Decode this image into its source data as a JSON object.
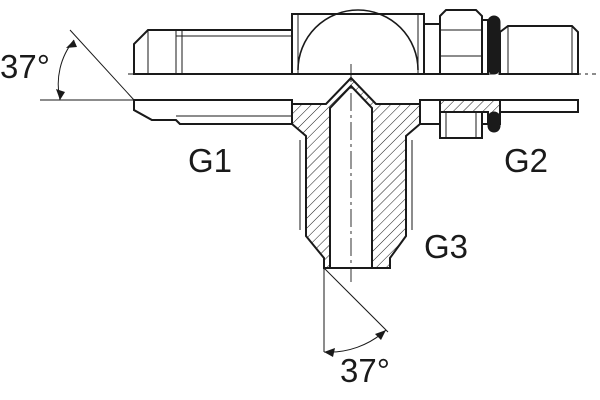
{
  "labels": {
    "port_left": "G1",
    "port_right": "G2",
    "port_bottom": "G3",
    "angle_left": "37°",
    "angle_bottom": "37°"
  }
}
